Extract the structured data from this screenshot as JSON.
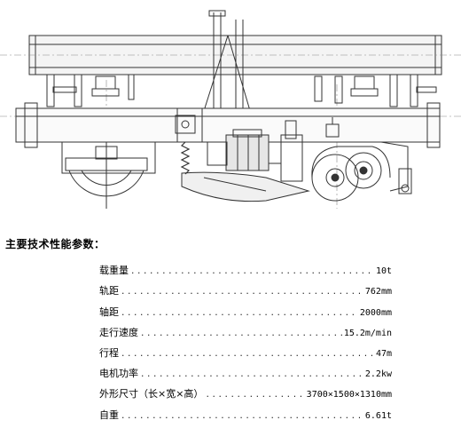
{
  "heading": "主要技术性能参数：",
  "specs": [
    {
      "label": "载重量",
      "value": "10t"
    },
    {
      "label": "轨距",
      "value": "762mm"
    },
    {
      "label": "轴距",
      "value": "2000mm"
    },
    {
      "label": "走行速度",
      "value": "15.2m/min"
    },
    {
      "label": "行程",
      "value": "47m"
    },
    {
      "label": "电机功率",
      "value": "2.2kw"
    },
    {
      "label": "外形尺寸（长×宽×高）",
      "value": "3700×1500×1310mm"
    },
    {
      "label": "自重",
      "value": "6.61t"
    }
  ]
}
